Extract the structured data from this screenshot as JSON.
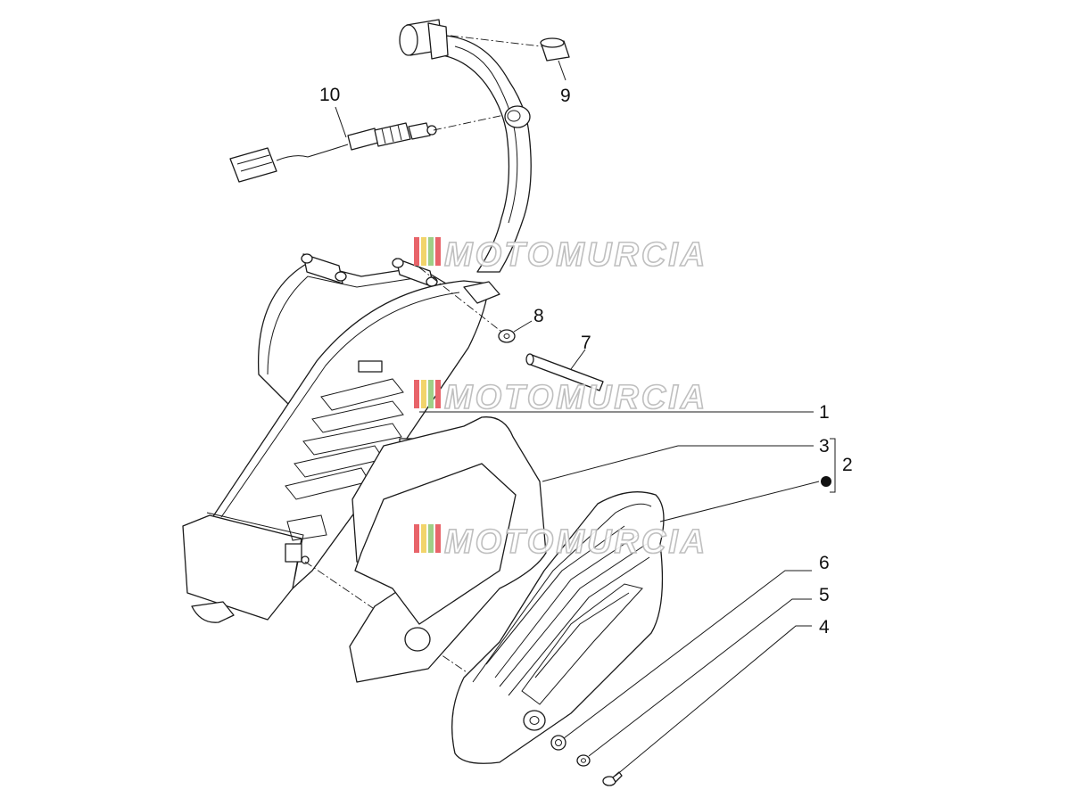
{
  "watermark": {
    "text": "MOTOMURCIA",
    "stripe_colors": [
      "#e8646a",
      "#f2d46b",
      "#9fcf86",
      "#e8646a"
    ]
  },
  "callouts": {
    "c1": "1",
    "c2": "2",
    "c3": "3",
    "c4": "4",
    "c5": "5",
    "c6": "6",
    "c7": "7",
    "c8": "8",
    "c9": "9",
    "c10": "10"
  },
  "line_color": "#1a1a1a"
}
